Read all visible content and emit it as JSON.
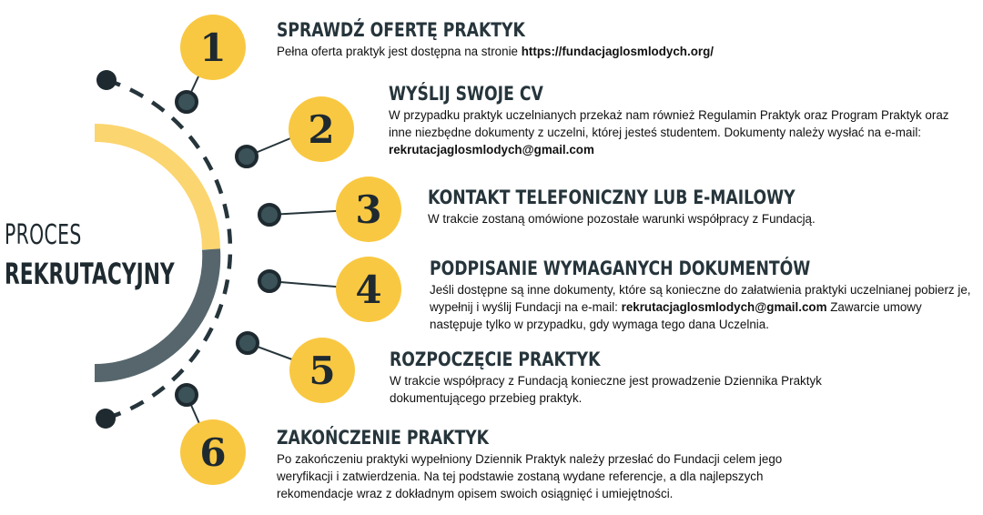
{
  "process": {
    "title_line1": "PROCES",
    "title_line2": "REKRUTACYJNY"
  },
  "colors": {
    "yellow": "#f9c842",
    "light_yellow": "#fbd56f",
    "dark": "#26353b",
    "grey": "#56666c",
    "node_fill": "#3a5258"
  },
  "steps": [
    {
      "number": "1",
      "title": "SPRAWDŹ OFERTĘ PRAKTYK",
      "desc_parts": [
        "Pełna oferta praktyk jest dostępna na stronie ",
        "https://fundacjaglosmlodych.org/"
      ]
    },
    {
      "number": "2",
      "title": "WYŚLIJ SWOJE CV",
      "desc_parts": [
        "W przypadku praktyk uczelnianych przekaż nam również Regulamin Praktyk oraz Program Praktyk oraz inne niezbędne dokumenty z uczelni, której jesteś studentem. Dokumenty należy wysłać na e-mail: ",
        "rekrutacjaglosmlodych@gmail.com"
      ]
    },
    {
      "number": "3",
      "title": "KONTAKT TELEFONICZNY LUB E-MAILOWY",
      "desc_parts": [
        "W trakcie zostaną omówione pozostałe warunki współpracy z Fundacją."
      ]
    },
    {
      "number": "4",
      "title": "PODPISANIE WYMAGANYCH DOKUMENTÓW",
      "desc_parts": [
        "Jeśli dostępne są inne dokumenty, które są konieczne do załatwienia praktyki uczelnianej pobierz je, wypełnij i wyślij Fundacji na e-mail: ",
        "rekrutacjaglosmlodych@gmail.com",
        " Zawarcie umowy następuje tylko w przypadku, gdy wymaga tego dana Uczelnia."
      ]
    },
    {
      "number": "5",
      "title": "ROZPOCZĘCIE PRAKTYK",
      "desc_parts": [
        "W trakcie współpracy z Fundacją konieczne jest prowadzenie Dziennika Praktyk dokumentującego przebieg praktyk."
      ]
    },
    {
      "number": "6",
      "title": "ZAKOŃCZENIE PRAKTYK",
      "desc_parts": [
        "Po zakończeniu praktyki wypełniony Dziennik Praktyk należy przesłać do Fundacji celem jego weryfikacji i zatwierdzenia. Na tej podstawie zostaną wydane referencje, a dla najlepszych rekomendacje wraz z dokładnym opisem swoich osiągnięć i umiejętności."
      ]
    }
  ]
}
